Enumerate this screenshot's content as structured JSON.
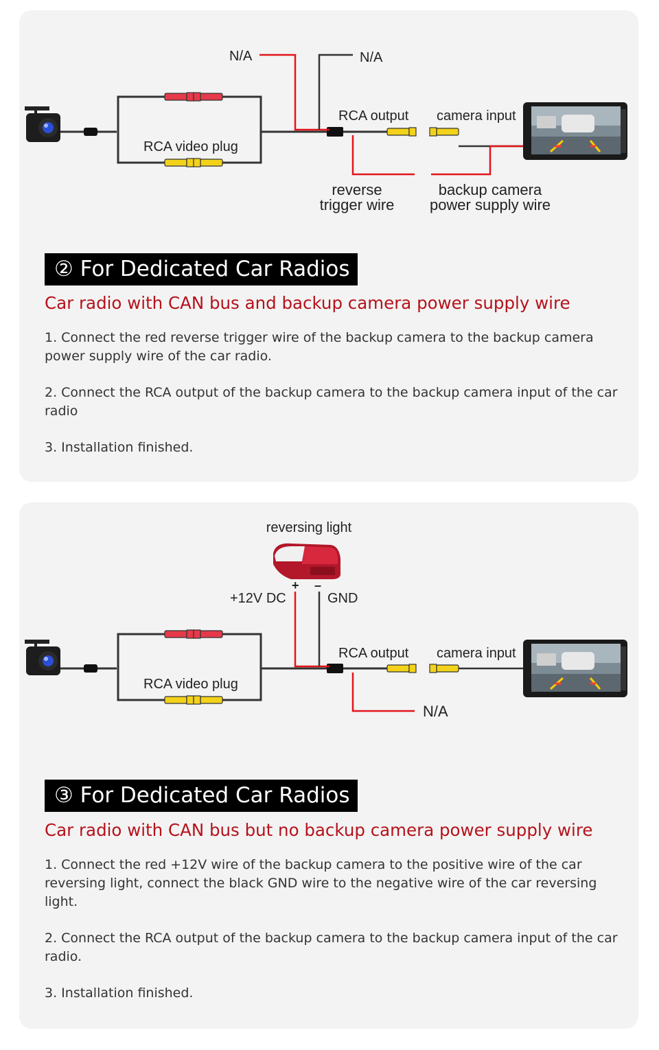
{
  "diagram1": {
    "labels": {
      "na_left": "N/A",
      "na_right": "N/A",
      "rca_output": "RCA output",
      "camera_input": "camera input",
      "rca_video_plug": "RCA video plug",
      "reverse_line1": "reverse",
      "reverse_line2": "trigger wire",
      "backup_line1": "backup camera",
      "backup_line2": "power supply wire"
    }
  },
  "section2": {
    "heading": "② For Dedicated Car Radios",
    "subtitle": "Car radio with CAN bus and backup camera power supply wire",
    "steps": [
      "1. Connect the red reverse trigger wire of the backup camera to the backup camera power supply wire of the car radio.",
      "2. Connect the RCA output of the backup camera to the backup camera input of the car radio",
      "3. Installation finished."
    ]
  },
  "diagram2": {
    "labels": {
      "reversing_light": "reversing light",
      "plus": "+",
      "minus": "–",
      "v12": "+12V DC",
      "gnd": "GND",
      "rca_output": "RCA output",
      "camera_input": "camera input",
      "rca_video_plug": "RCA video plug",
      "na": "N/A"
    }
  },
  "section3": {
    "heading": "③ For Dedicated Car Radios",
    "subtitle": "Car radio with CAN bus but no backup camera power supply wire",
    "steps": [
      "1. Connect the red +12V wire of the backup camera to the positive wire of the car reversing light, connect the black GND wire to the negative wire of the car reversing light.",
      "2. Connect the RCA output of the backup camera to the backup camera input of the car radio.",
      "3. Installation finished."
    ]
  },
  "colors": {
    "panel_bg": "#f3f3f3",
    "heading_bg": "#000000",
    "subtitle": "#b5121b",
    "wire_red": "#e3141b",
    "wire_dark": "#333333",
    "plug_yellow": "#f3d21a"
  }
}
